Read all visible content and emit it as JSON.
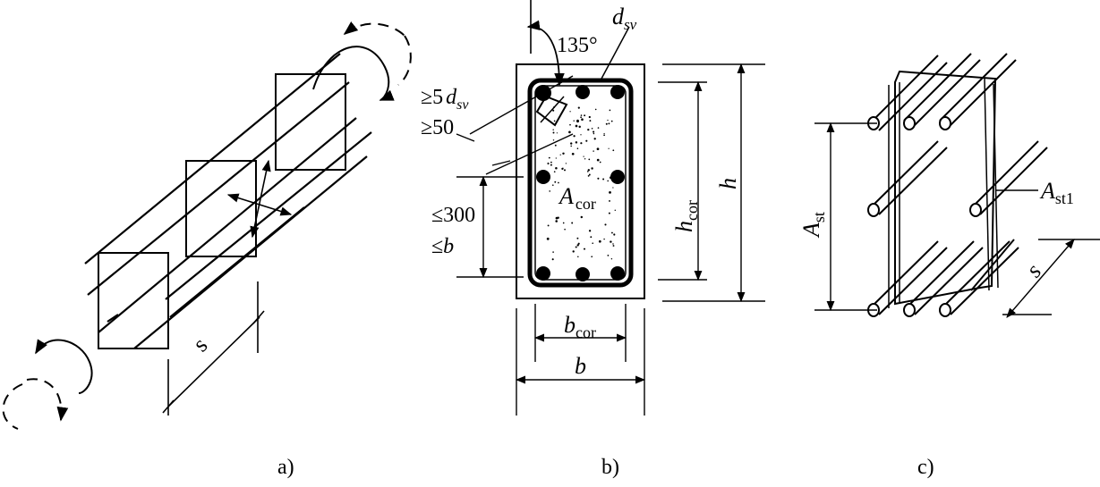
{
  "panels": {
    "a": {
      "caption": "a)",
      "spacing_label": "s"
    },
    "b": {
      "caption": "b)",
      "tie_diameter": {
        "main": "d",
        "sub": "sv"
      },
      "hook_angle": "135°",
      "hook_len_main": "≥5",
      "hook_len_var": "d",
      "hook_len_sub": "sv",
      "hook_min": "≥50",
      "spacing_1": "≤300",
      "spacing_2_sym": "≤",
      "spacing_2_var": "b",
      "core_area": {
        "main": "A",
        "sub": "cor"
      },
      "core_height": {
        "main": "h",
        "sub": "cor"
      },
      "height": "h",
      "core_width": {
        "main": "b",
        "sub": "cor"
      },
      "width": "b"
    },
    "c": {
      "caption": "c)",
      "area_st": {
        "main": "A",
        "sub": "st"
      },
      "area_st1": {
        "main": "A",
        "sub": "st1"
      },
      "spacing_label": "s"
    }
  },
  "colors": {
    "ink": "#000000",
    "paper": "#ffffff"
  }
}
